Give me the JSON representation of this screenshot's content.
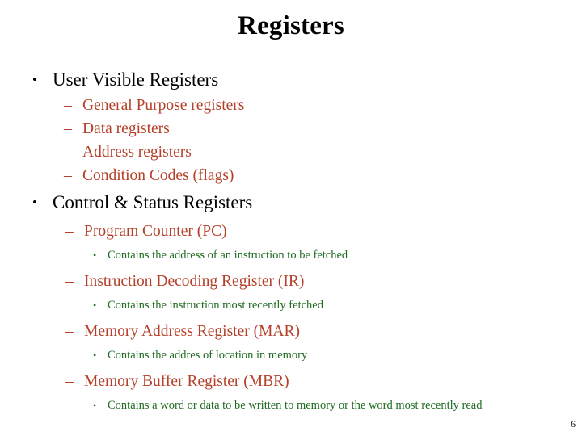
{
  "slide": {
    "title": "Registers",
    "page_number": "6",
    "colors": {
      "title": "#000000",
      "level1": "#000000",
      "level2": "#b5402a",
      "level3": "#1f6b20",
      "background": "#ffffff"
    },
    "markers": {
      "level1": "•",
      "level2": "–",
      "level3": "•"
    },
    "outline": [
      {
        "level": 1,
        "text": "User Visible Registers"
      },
      {
        "level": 2,
        "text": "General Purpose registers"
      },
      {
        "level": 2,
        "text": "Data registers"
      },
      {
        "level": 2,
        "text": "Address registers"
      },
      {
        "level": 2,
        "text": "Condition Codes (flags)"
      },
      {
        "level": 1,
        "text": "Control & Status Registers"
      },
      {
        "level": 2,
        "text": "Program Counter (PC)"
      },
      {
        "level": 3,
        "text": "Contains the address of an instruction to be fetched"
      },
      {
        "level": 2,
        "text": "Instruction Decoding Register (IR)"
      },
      {
        "level": 3,
        "text": "Contains the instruction most recently fetched"
      },
      {
        "level": 2,
        "text": "Memory Address Register (MAR)"
      },
      {
        "level": 3,
        "text": "Contains the addres of location in memory"
      },
      {
        "level": 2,
        "text": "Memory Buffer Register (MBR)"
      },
      {
        "level": 3,
        "text": "Contains a word or data to be written to memory or the word most recently read"
      }
    ]
  }
}
